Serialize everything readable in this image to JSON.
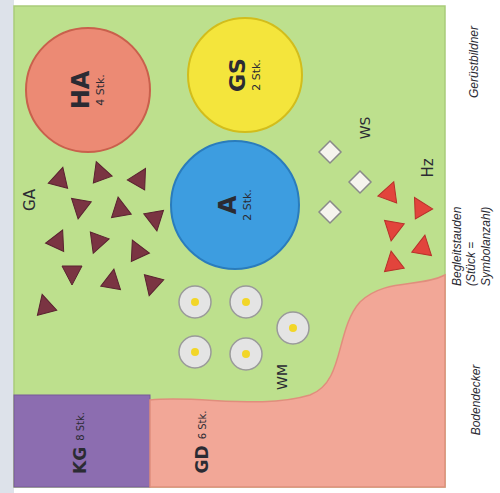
{
  "diagram": {
    "nodes": [
      {
        "text": [
          "HA",
          "4 Stk."
        ]
      },
      {
        "text": [
          "GS",
          "2 Stk."
        ]
      },
      {
        "text": [
          "A",
          "2 Stk."
        ]
      },
      {
        "text": [
          "KG",
          "8 Stk."
        ]
      },
      {
        "text": [
          "GD",
          "6 Stk."
        ]
      }
    ],
    "labels": [
      "GA",
      "WS",
      "Hz",
      "WM",
      "Gerüstbildner",
      "Begleitstauden (Stück = Symbolanzahl)",
      "Bodendecker"
    ]
  }
}
